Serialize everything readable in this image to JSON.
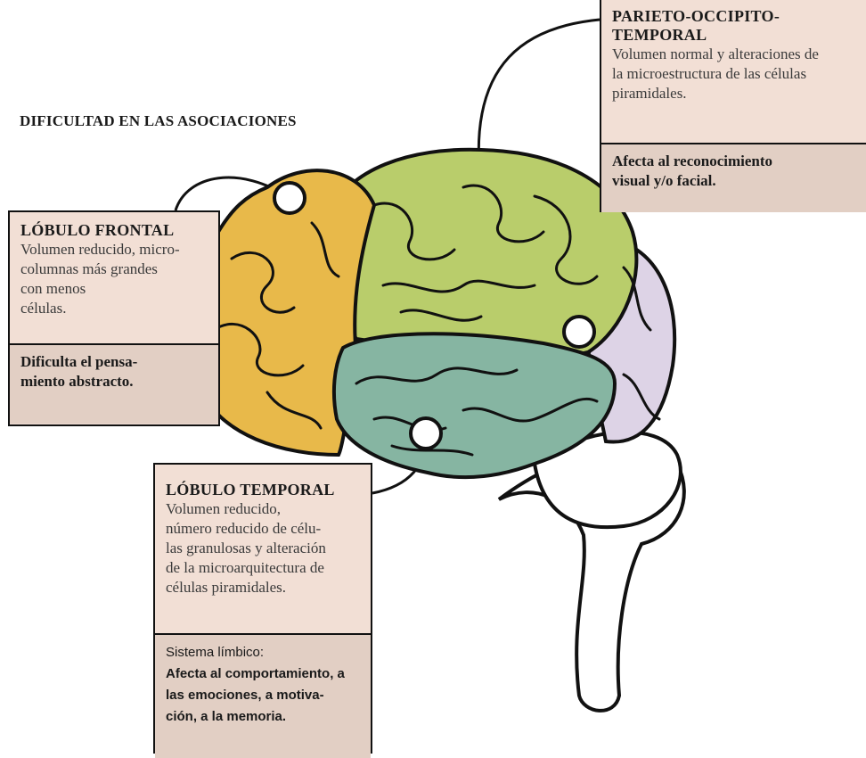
{
  "heading": "DIFICULTAD EN LAS ASOCIACIONES",
  "frontal": {
    "title": "LÓBULO FRONTAL",
    "body_lines": [
      "Volumen reducido, micro-",
      "columnas más grandes",
      "con menos",
      "células."
    ],
    "effect_lines": [
      "Dificulta el pensa-",
      "miento abstracto."
    ]
  },
  "temporal": {
    "title": "LÓBULO TEMPORAL",
    "body_lines": [
      "Volumen reducido,",
      "número reducido de célu-",
      "las granulosas y alteración",
      "de la microarquitectura de",
      "células piramidales."
    ],
    "effect_lines": [
      "Sistema límbico:",
      "Afecta al comportamiento, a",
      "las emociones, a motiva-",
      "ción, a la memoria."
    ]
  },
  "parieto": {
    "title_lines": [
      "PARIETO-OCCIPITO-",
      "TEMPORAL"
    ],
    "body_lines": [
      "Volumen normal y alteraciones de",
      "la microestructura de las células",
      "piramidales."
    ],
    "effect_lines": [
      "Afecta al reconocimiento",
      "visual y/o facial."
    ]
  },
  "colors": {
    "frontal": "#e8b94a",
    "parietal": "#b9cd6b",
    "temporal": "#86b5a2",
    "occipital": "#ddd3e6",
    "box_light": "#f2dfd5",
    "box_dark": "#e2cfc4"
  }
}
